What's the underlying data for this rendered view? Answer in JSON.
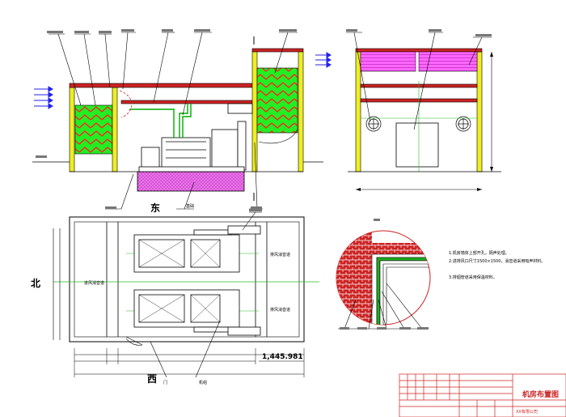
{
  "labels": {
    "east": "东",
    "west": "西",
    "north": "北",
    "dimension": "1,445.981",
    "intake_text": "进风消音道",
    "outlet_text_upper": "排风消音道",
    "outlet_text_lower": "排风消音道",
    "door": "门",
    "base": "基础",
    "equipment": "机组"
  },
  "title_block": {
    "title": "机房布置图",
    "company": "XX有限公司"
  },
  "notes": {
    "line1": "1.机房墙体上部开孔，隔声处理。",
    "line2": "2.进排风口尺寸1500×1500，消音道采用吸声材料。",
    "line3": "3.排烟管道采用保温材料。"
  },
  "colors": {
    "baffle_fill": "#22ee22",
    "baffle_stroke": "#ff0000",
    "wall_yellow": "#eeee22",
    "beam_red": "#cc2222",
    "base_magenta": "#ee66ee",
    "pink_louver": "#ff66ff",
    "brick_red": "#cc2222",
    "section_green": "#00aa00",
    "axis_green": "#22bb22",
    "arrow_blue": "#2222ee",
    "line_black": "#000000"
  }
}
